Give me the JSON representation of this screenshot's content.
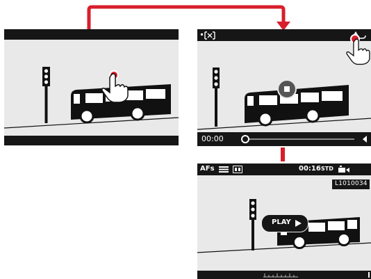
{
  "screen3": {
    "top_bar": {
      "af_mode": "AFs",
      "time_remaining": "00:16",
      "video_std": "STD"
    },
    "file_number": "L1010034",
    "play_button_label": "PLAY"
  },
  "screen2": {
    "playback_time": "00:00"
  },
  "colors": {
    "accent_red": "#d81e2b",
    "bar_black": "#161616",
    "scene_bg": "#e9e9e9"
  }
}
